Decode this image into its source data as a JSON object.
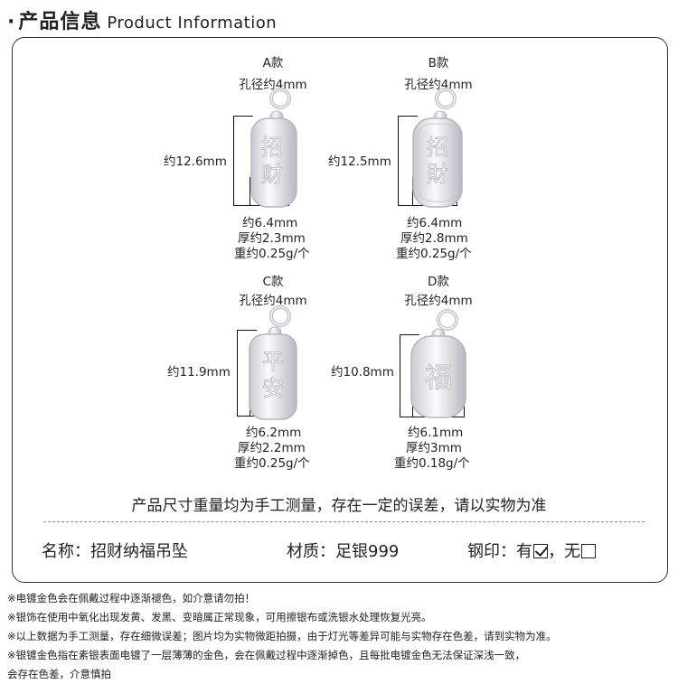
{
  "header": {
    "bullet": "·",
    "title_cn": "产品信息",
    "title_en": "Product Information"
  },
  "variants": [
    {
      "name": "A款",
      "hole": "孔径约4mm",
      "height": "约12.6mm",
      "width": "约6.4mm",
      "thickness": "厚约2.3mm",
      "weight": "重约0.25g/个",
      "chars": [
        "招",
        "财"
      ]
    },
    {
      "name": "B款",
      "hole": "孔径约4mm",
      "height": "约12.5mm",
      "width": "约6.4mm",
      "thickness": "厚约2.8mm",
      "weight": "重约0.25g/个",
      "chars": [
        "招",
        "財"
      ]
    },
    {
      "name": "C款",
      "hole": "孔径约4mm",
      "height": "约11.9mm",
      "width": "约6.2mm",
      "thickness": "厚约2.2mm",
      "weight": "重约0.25g/个",
      "chars": [
        "平",
        "安"
      ]
    },
    {
      "name": "D款",
      "hole": "孔径约4mm",
      "height": "约10.8mm",
      "width": "约6.1mm",
      "thickness": "厚约3mm",
      "weight": "重约0.18g/个",
      "chars": [
        "福"
      ]
    }
  ],
  "disclaimer": "产品尺寸重量均为手工测量，存在一定的误差，请以实物为准",
  "specs": {
    "name_label": "名称：",
    "name_value": "招财纳福吊坠",
    "material_label": "材质：",
    "material_value": "足银999",
    "stamp_label": "钢印：",
    "stamp_yes": "有",
    "stamp_no": "，无"
  },
  "footer_notes": [
    "※电镀金色会在佩戴过程中逐渐褪色，如介意请勿拍！",
    "※银饰在使用中氧化出现发黄、发黑、变暗属正常现象，可用擦银布或洗银水处理恢复光亮。",
    "※以上数据为手工测量，存在细微误差；图片均为实物微距拍摄，由于灯光等差异可能与实物存在色差，请到实物为准。",
    "※银镀金色指在素银表面电镀了一层薄薄的金色，会在佩戴过程中逐渐掉色，且每批电镀金色无法保证深浅一致，",
    "会存在色差，介意慎拍"
  ],
  "colors": {
    "silver_light": "#f4f4f6",
    "silver_mid": "#d8d8de",
    "silver_dark": "#a9a9b2",
    "border": "#333333"
  }
}
